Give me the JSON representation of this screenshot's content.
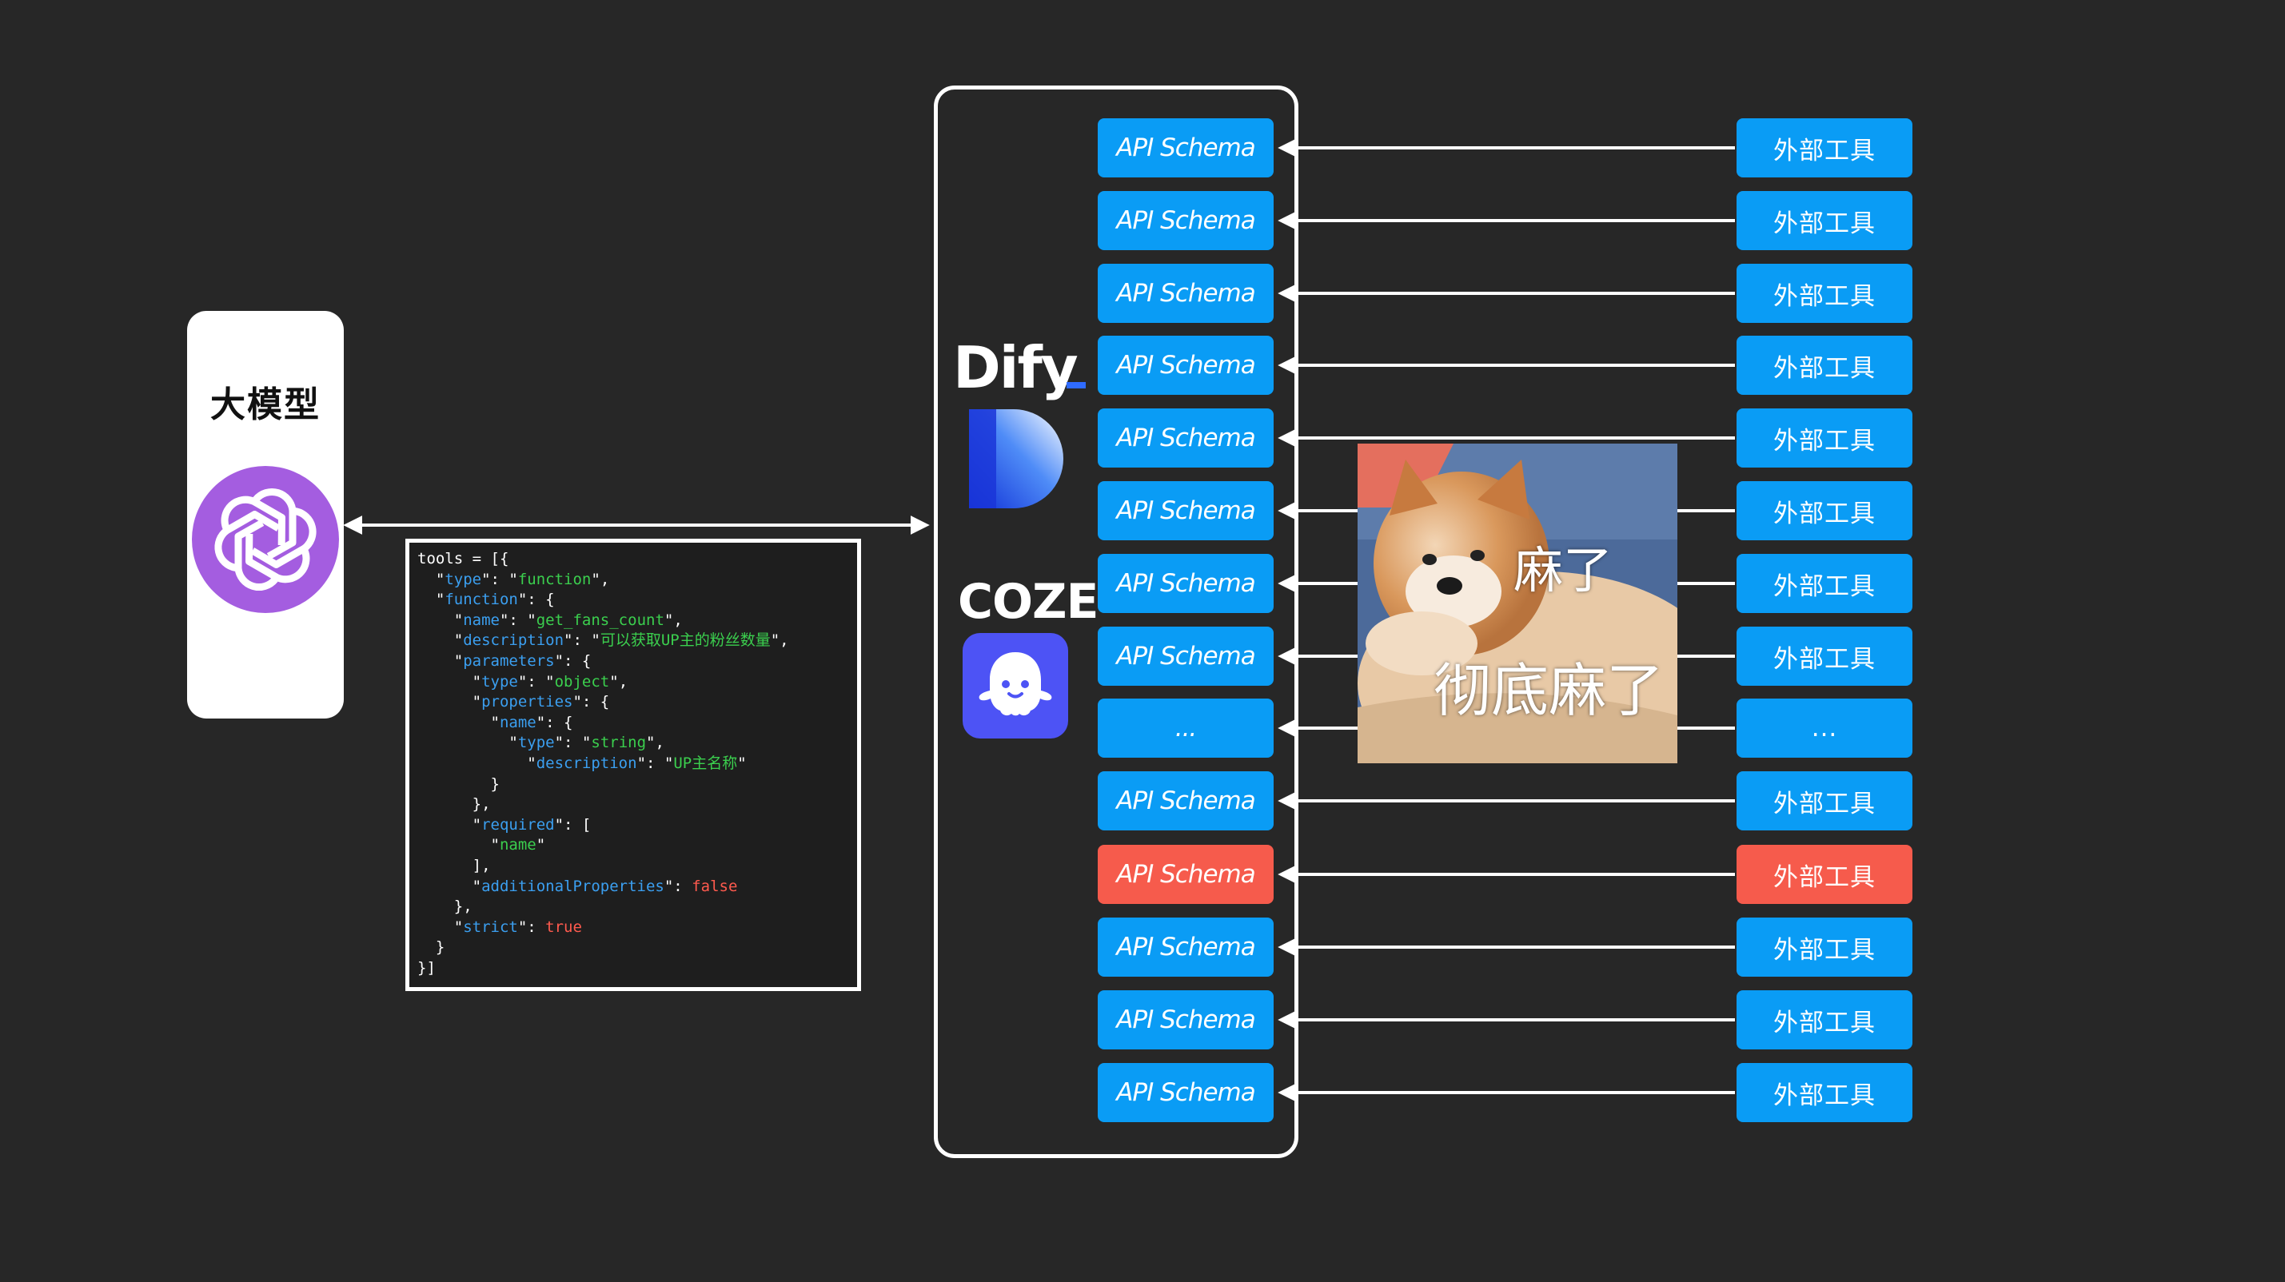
{
  "llm": {
    "title": "大模型",
    "logo_icon": "openai-logo-icon",
    "logo_color": "#a45de0"
  },
  "code": {
    "lines": [
      [
        [
          "tools = [{",
          ""
        ]
      ],
      [
        [
          "  \"",
          ""
        ],
        [
          "type",
          "k"
        ],
        [
          "\": \"",
          ""
        ],
        [
          "function",
          "s"
        ],
        [
          "\",",
          ""
        ]
      ],
      [
        [
          "  \"",
          ""
        ],
        [
          "function",
          "k"
        ],
        [
          "\": {",
          ""
        ]
      ],
      [
        [
          "    \"",
          ""
        ],
        [
          "name",
          "k"
        ],
        [
          "\": \"",
          ""
        ],
        [
          "get_fans_count",
          "s"
        ],
        [
          "\",",
          ""
        ]
      ],
      [
        [
          "    \"",
          ""
        ],
        [
          "description",
          "k"
        ],
        [
          "\": \"",
          ""
        ],
        [
          "可以获取UP主的粉丝数量",
          "s"
        ],
        [
          "\",",
          ""
        ]
      ],
      [
        [
          "    \"",
          ""
        ],
        [
          "parameters",
          "k"
        ],
        [
          "\": {",
          ""
        ]
      ],
      [
        [
          "      \"",
          ""
        ],
        [
          "type",
          "k"
        ],
        [
          "\": \"",
          ""
        ],
        [
          "object",
          "s"
        ],
        [
          "\",",
          ""
        ]
      ],
      [
        [
          "      \"",
          ""
        ],
        [
          "properties",
          "k"
        ],
        [
          "\": {",
          ""
        ]
      ],
      [
        [
          "        \"",
          ""
        ],
        [
          "name",
          "k"
        ],
        [
          "\": {",
          ""
        ]
      ],
      [
        [
          "          \"",
          ""
        ],
        [
          "type",
          "k"
        ],
        [
          "\": \"",
          ""
        ],
        [
          "string",
          "s"
        ],
        [
          "\",",
          ""
        ]
      ],
      [
        [
          "            \"",
          ""
        ],
        [
          "description",
          "k"
        ],
        [
          "\": \"",
          ""
        ],
        [
          "UP主名称",
          "s"
        ],
        [
          "\"",
          ""
        ]
      ],
      [
        [
          "        }",
          ""
        ]
      ],
      [
        [
          "      },",
          ""
        ]
      ],
      [
        [
          "      \"",
          ""
        ],
        [
          "required",
          "k"
        ],
        [
          "\": [",
          ""
        ]
      ],
      [
        [
          "        \"",
          ""
        ],
        [
          "name",
          "s"
        ],
        [
          "\"",
          ""
        ]
      ],
      [
        [
          "      ],",
          ""
        ]
      ],
      [
        [
          "      \"",
          ""
        ],
        [
          "additionalProperties",
          "k"
        ],
        [
          "\": ",
          ""
        ],
        [
          "false",
          "b"
        ]
      ],
      [
        [
          "    },",
          ""
        ]
      ],
      [
        [
          "    \"",
          ""
        ],
        [
          "strict",
          "k"
        ],
        [
          "\": ",
          ""
        ],
        [
          "true",
          "b"
        ]
      ],
      [
        [
          "  }",
          ""
        ]
      ],
      [
        [
          "}]",
          ""
        ]
      ]
    ]
  },
  "platforms": {
    "dify_name": "Dify",
    "dify_logo_icon": "dify-logo-icon",
    "coze_name": "COZE",
    "coze_logo_icon": "coze-logo-icon"
  },
  "rows": [
    {
      "schema": "API Schema",
      "tool": "外部工具",
      "highlight": false
    },
    {
      "schema": "API Schema",
      "tool": "外部工具",
      "highlight": false
    },
    {
      "schema": "API Schema",
      "tool": "外部工具",
      "highlight": false
    },
    {
      "schema": "API Schema",
      "tool": "外部工具",
      "highlight": false
    },
    {
      "schema": "API Schema",
      "tool": "外部工具",
      "highlight": false
    },
    {
      "schema": "API Schema",
      "tool": "外部工具",
      "highlight": false
    },
    {
      "schema": "API Schema",
      "tool": "外部工具",
      "highlight": false
    },
    {
      "schema": "API Schema",
      "tool": "外部工具",
      "highlight": false
    },
    {
      "schema": "...",
      "tool": "...",
      "highlight": false
    },
    {
      "schema": "API Schema",
      "tool": "外部工具",
      "highlight": false
    },
    {
      "schema": "API Schema",
      "tool": "外部工具",
      "highlight": true
    },
    {
      "schema": "API Schema",
      "tool": "外部工具",
      "highlight": false
    },
    {
      "schema": "API Schema",
      "tool": "外部工具",
      "highlight": false
    },
    {
      "schema": "API Schema",
      "tool": "外部工具",
      "highlight": false
    }
  ],
  "colors": {
    "blue": "#0a9cf5",
    "highlight": "#f65b4c",
    "background": "#272727"
  },
  "meme": {
    "text_top": "麻了",
    "text_bottom": "彻底麻了",
    "image_icon": "shiba-dog-image"
  }
}
